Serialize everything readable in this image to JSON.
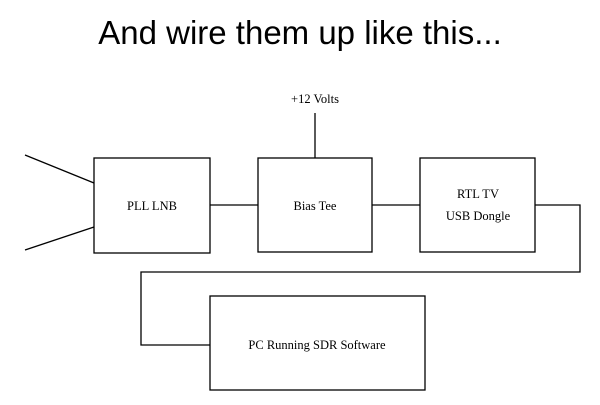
{
  "slide": {
    "title": "And wire them up like this..."
  },
  "diagram": {
    "power_label": "+12 Volts",
    "blocks": {
      "lnb": "PLL LNB",
      "bias_tee": "Bias Tee",
      "dongle_line1": "RTL TV",
      "dongle_line2": "USB Dongle",
      "pc": "PC Running SDR Software"
    }
  }
}
